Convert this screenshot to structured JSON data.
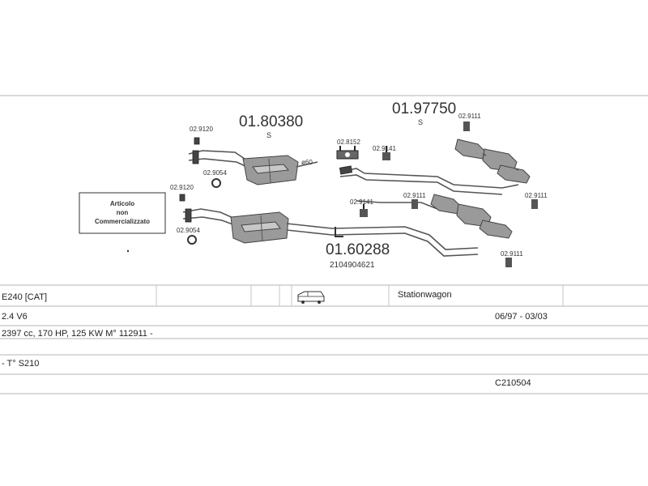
{
  "parts": {
    "rear_upper": {
      "number": "01.97750",
      "suffix": "S"
    },
    "front_upper": {
      "number": "01.80380",
      "suffix": "S"
    },
    "front_lower": {
      "number": "01.60288",
      "oem": "2104904621"
    },
    "diameter": "ø60"
  },
  "hardware": {
    "hanger_a": "02.9120",
    "hanger_b": "02.9120",
    "gasket_a": "02.9054",
    "gasket_b": "02.9054",
    "mount_center": "02.8152",
    "rubber_a": "02.9141",
    "rubber_b": "02.9141",
    "rubber_c": "02.9111",
    "rubber_d": "02.9111",
    "rubber_e": "02.9111",
    "rubber_f": "02.9111"
  },
  "note_box": {
    "line1": "Articolo",
    "line2": "non",
    "line3": "Commercializzato"
  },
  "info_table": {
    "model": "E240  [CAT]",
    "body_type": "Stationwagon",
    "engine": "2.4 V6",
    "years": "06/97 - 03/03",
    "specs": "2397 cc, 170 HP, 125 KW M° 112911 -",
    "type_code": "- T° S210",
    "reference": "C210504"
  },
  "icons": {
    "vehicle": "station-wagon-icon"
  }
}
